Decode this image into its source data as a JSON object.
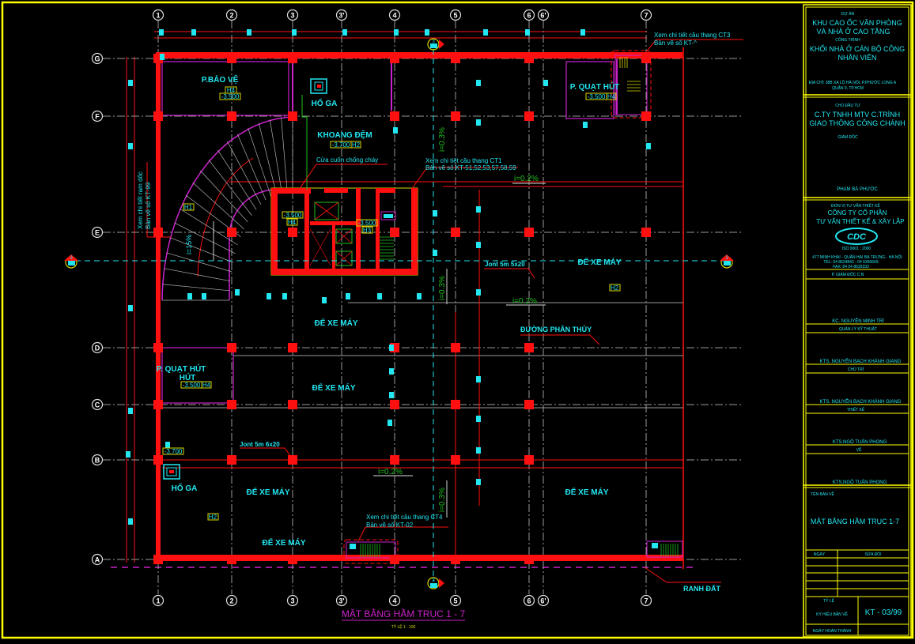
{
  "drawing": {
    "title": "MẶT BẰNG HẦM TRỤC 1 - 7",
    "scale": "TỶ LỆ 1 : 100",
    "column_axes": [
      "1",
      "2",
      "3",
      "3'",
      "4",
      "5",
      "6",
      "6'",
      "7"
    ],
    "row_axes": [
      "G",
      "F",
      "E",
      "D",
      "C",
      "B",
      "A"
    ],
    "section_markers": [
      {
        "id": "top",
        "label": "3"
      },
      {
        "id": "bottom",
        "label": "3"
      },
      {
        "id": "left",
        "label": "3"
      },
      {
        "id": "right",
        "label": "3"
      }
    ],
    "rooms": [
      {
        "id": "p-bao-ve",
        "name": "P.BẢO VỆ",
        "code": "H4",
        "level": "-3.500"
      },
      {
        "id": "ho-ga-top",
        "name": "HỐ GA"
      },
      {
        "id": "khoang-dem",
        "name": "KHOANG ĐỆM",
        "level": "-3.700",
        "code": "H2"
      },
      {
        "id": "p-quat-hut-top",
        "name": "P. QUẠT HÚT",
        "level": "-3.500",
        "code": "H4"
      },
      {
        "id": "core-left",
        "level": "-3.500",
        "code": "H4"
      },
      {
        "id": "core-right",
        "level": "-3.500",
        "code": "H3"
      },
      {
        "id": "de-xe-may-1",
        "name": "ĐỂ XE MÁY"
      },
      {
        "id": "de-xe-may-2",
        "name": "ĐỂ XE MÁY"
      },
      {
        "id": "de-xe-may-3",
        "name": "ĐỂ XE MÁY"
      },
      {
        "id": "p-quat-hut-left",
        "name": "P. QUẠT HÚT",
        "level": "-3.500",
        "code": "H4"
      },
      {
        "id": "ho-ga-bottom",
        "name": "HỐ GA",
        "level": "-3.700"
      },
      {
        "id": "de-xe-may-4",
        "name": "ĐỂ XE MÁY"
      },
      {
        "id": "de-xe-may-5",
        "name": "ĐỂ XE MÁY"
      },
      {
        "id": "de-xe-may-6",
        "name": "ĐỂ XE MÁY"
      }
    ],
    "tags": {
      "h1": "H1",
      "h2a": "H2",
      "h2b": "H2"
    },
    "annotations": {
      "ct3_line1": "Xem chi tiết cầu thang CT3",
      "ct3_line2": "Bản vẽ số KT-^",
      "ct1_line1": "Xem chi tiết cầu thang CT1",
      "ct1_line2": "Bản vẽ số KT-51,52,53,57,58,59",
      "ct4_line1": "Xem chi tiết cầu thang CT4",
      "ct4_line2": "Bản vẽ số KT-02",
      "ram_line1": "Xem chi tiết ram dốc",
      "ram_line2": "Bản vẽ số KT-99",
      "fire_door": "Cửa cuốn chống cháy",
      "joint1": "Jont 5m 5x20",
      "joint2": "Jont 5m 6x20",
      "water_divide": "ĐƯỜNG PHÂN THỦY",
      "boundary": "RANH ĐẤT",
      "slope_ramp": "i=15%",
      "slope_1": "i=0.2%",
      "slope_2": "i=0.2%",
      "slope_3": "i=0.2%",
      "slope_v1": "i=0.3%",
      "slope_v2": "i=0.3%",
      "slope_v3": "i=0.3%"
    }
  },
  "title_block": {
    "project_label": "DỰ ÁN",
    "project_line1": "KHU CAO ỐC VĂN PHÒNG",
    "project_line2": "VÀ NHÀ Ở CAO TẦNG",
    "work_label": "CÔNG TRÌNH",
    "work_line1": "KHỐI NHÀ Ở CÁN BỘ CÔNG",
    "work_line2": "NHÂN VIÊN",
    "address_line1": "ĐỊA CHỈ: 38B XA LỘ HÀ NỘI, P.PHƯỚC LONG A",
    "address_line2": "QUẬN 9, TP.HCM",
    "owner_label": "CHỦ ĐẦU TƯ",
    "owner_line1": "C.TY TNHH MTV C.TRÌNH",
    "owner_line2": "GIAO THÔNG CÔNG CHÁNH",
    "director_label": "GIÁM ĐỐC",
    "director_name": "PHẠM BÁ PHƯỚC",
    "consult_label": "ĐƠN VỊ TƯ VẤN THIẾT KẾ",
    "consult_line1": "CÔNG TY CỔ PHẦN",
    "consult_line2": "TƯ VẤN THIẾT KẾ & XÂY LẮP",
    "logo_text": "CDC",
    "iso": "ISO 9001 : 2000",
    "consult_addr": "477 MINH KHAI - QUẬN HAI BÀ TRƯNG - HÀ NỘI",
    "consult_tel": "TEL: 04 8624842 - 04 6366609",
    "consult_fax": "FAX: 84 04 8635333",
    "pgd": "P. GIÁM ĐỐC C.N",
    "roles": [
      {
        "name": "KC. NGUYỄN MINH TRÍ",
        "role": "QUẢN LÝ KỸ THUẬT"
      },
      {
        "name": "KTS. NGUYỄN BẠCH KHÁNH GIANG",
        "role": "CHỦ TRÌ"
      },
      {
        "name": "KTS. NGUYỄN BẠCH KHÁNH GIANG",
        "role": "THIẾT KẾ"
      },
      {
        "name": "KTS.NGÔ TUẤN PHONG",
        "role": "VẼ"
      },
      {
        "name": "KTS.NGÔ TUẤN PHONG",
        "role": ""
      }
    ],
    "sheet_name_label": "TÊN BẢN VẼ",
    "sheet_name": "MẶT BẰNG HẦM TRỤC 1-7",
    "date_label": "NGÀY",
    "revision_label": "SỬA ĐỔI",
    "scale_label": "TỶ LỆ",
    "sheet_code_label": "KÝ HIỆU BẢN VẼ",
    "sheet_code": "KT - 03/99",
    "complete_label": "NGÀY HOÀN THÀNH"
  },
  "colors": {
    "background": "#000000",
    "frame": "#ffff00",
    "wall": "#ff1010",
    "text": "#22e6f0",
    "axis": "#9a9a9a",
    "purple": "#cc22cc",
    "green": "#20c020",
    "tag": "#d8d800"
  }
}
